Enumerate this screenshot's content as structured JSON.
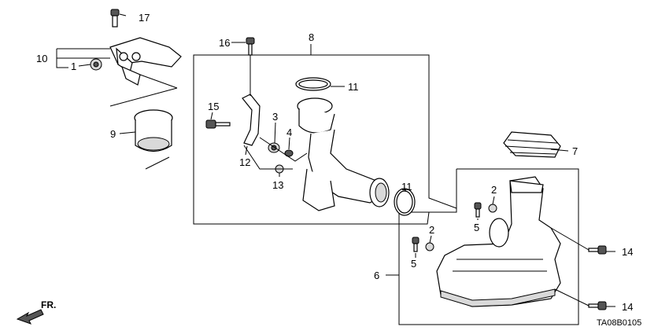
{
  "callouts": {
    "c1": "1",
    "c2a": "2",
    "c2b": "2",
    "c3": "3",
    "c4": "4",
    "c5a": "5",
    "c5b": "5",
    "c6": "6",
    "c7": "7",
    "c8": "8",
    "c9": "9",
    "c10": "10",
    "c11a": "11",
    "c11b": "11",
    "c12": "12",
    "c13": "13",
    "c14a": "14",
    "c14b": "14",
    "c15": "15",
    "c16": "16",
    "c17": "17"
  },
  "direction_label": "FR.",
  "diagram_code": "TA08B0105"
}
